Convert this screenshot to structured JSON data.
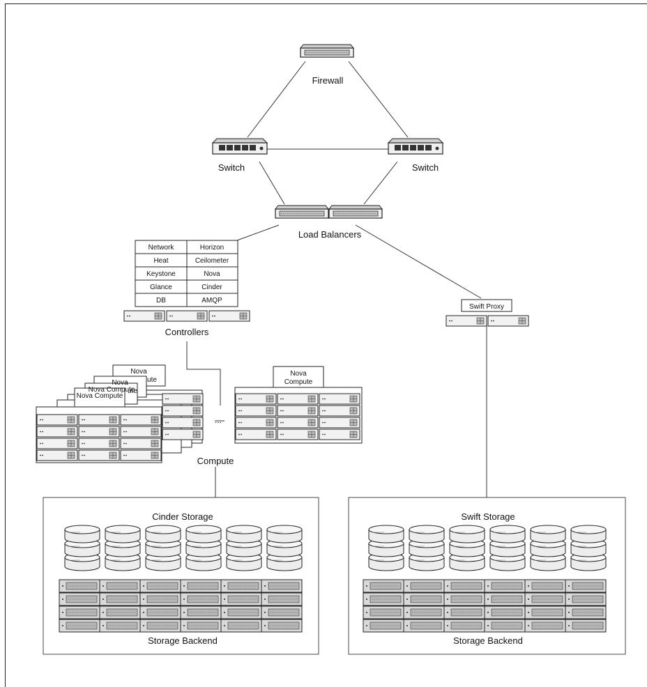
{
  "firewall": {
    "label": "Firewall"
  },
  "switches": {
    "left_label": "Switch",
    "right_label": "Switch"
  },
  "load_balancers": {
    "label": "Load Balancers"
  },
  "controllers": {
    "label": "Controllers",
    "services": [
      [
        "Network",
        "Horizon"
      ],
      [
        "Heat",
        "Ceilometer"
      ],
      [
        "Keystone",
        "Nova"
      ],
      [
        "Glance",
        "Cinder"
      ],
      [
        "DB",
        "AMQP"
      ]
    ]
  },
  "swift_proxy": {
    "label": "Swift Proxy"
  },
  "compute": {
    "label": "Compute",
    "dash": "...",
    "stack_tabs": [
      "Nova",
      "Nova",
      "Nova Compute",
      "Nova Compute"
    ],
    "stack_tab_fragments": [
      "ute",
      "ute"
    ],
    "right_tab_line1": "Nova",
    "right_tab_line2": "Compute"
  },
  "cinder": {
    "title": "Cinder Storage",
    "backend": "Storage Backend"
  },
  "swift": {
    "title": "Swift Storage",
    "backend": "Storage Backend"
  },
  "colors": {
    "line": "#333333",
    "device_fill": "#f2f2f2",
    "panel_fill": "#dedede",
    "background": "#ffffff"
  }
}
